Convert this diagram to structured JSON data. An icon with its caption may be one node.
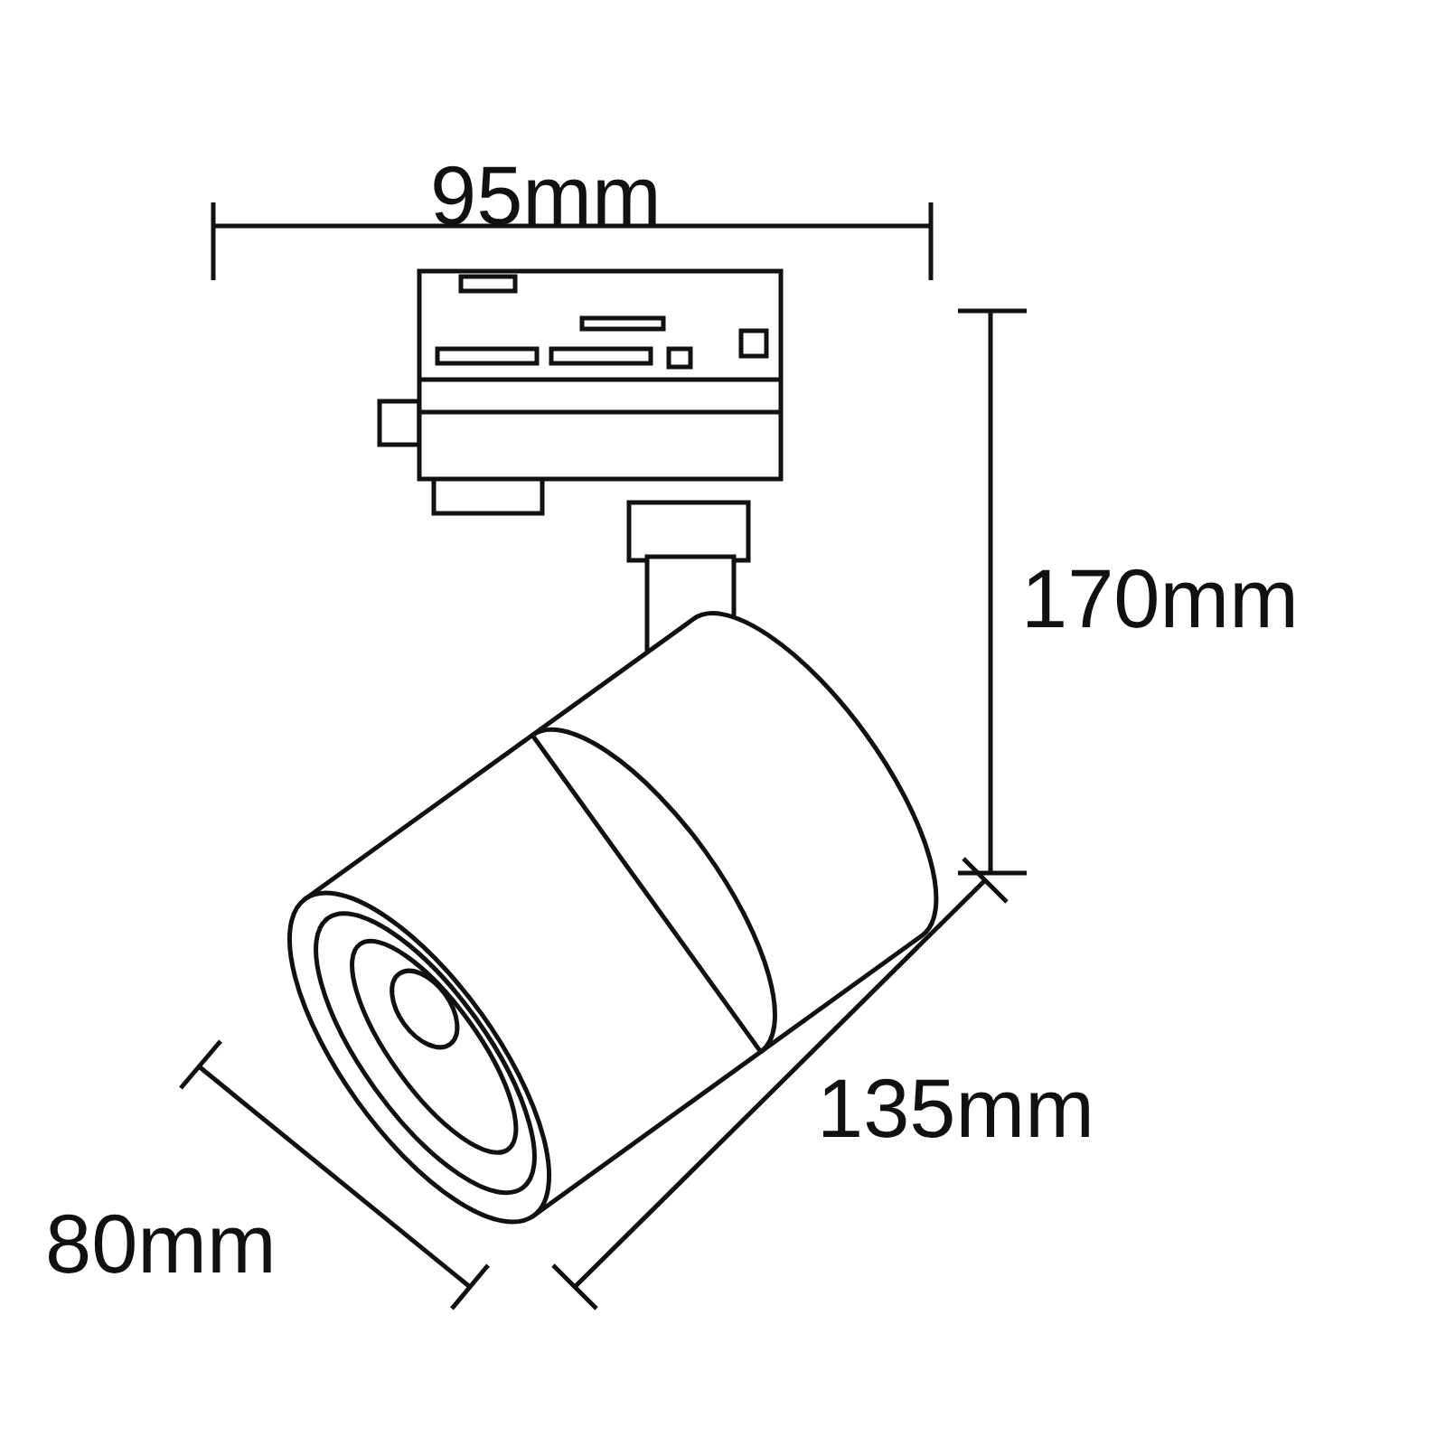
{
  "diagram": {
    "labels": [
      "95mm",
      "170mm",
      "135mm",
      "80mm"
    ]
  }
}
